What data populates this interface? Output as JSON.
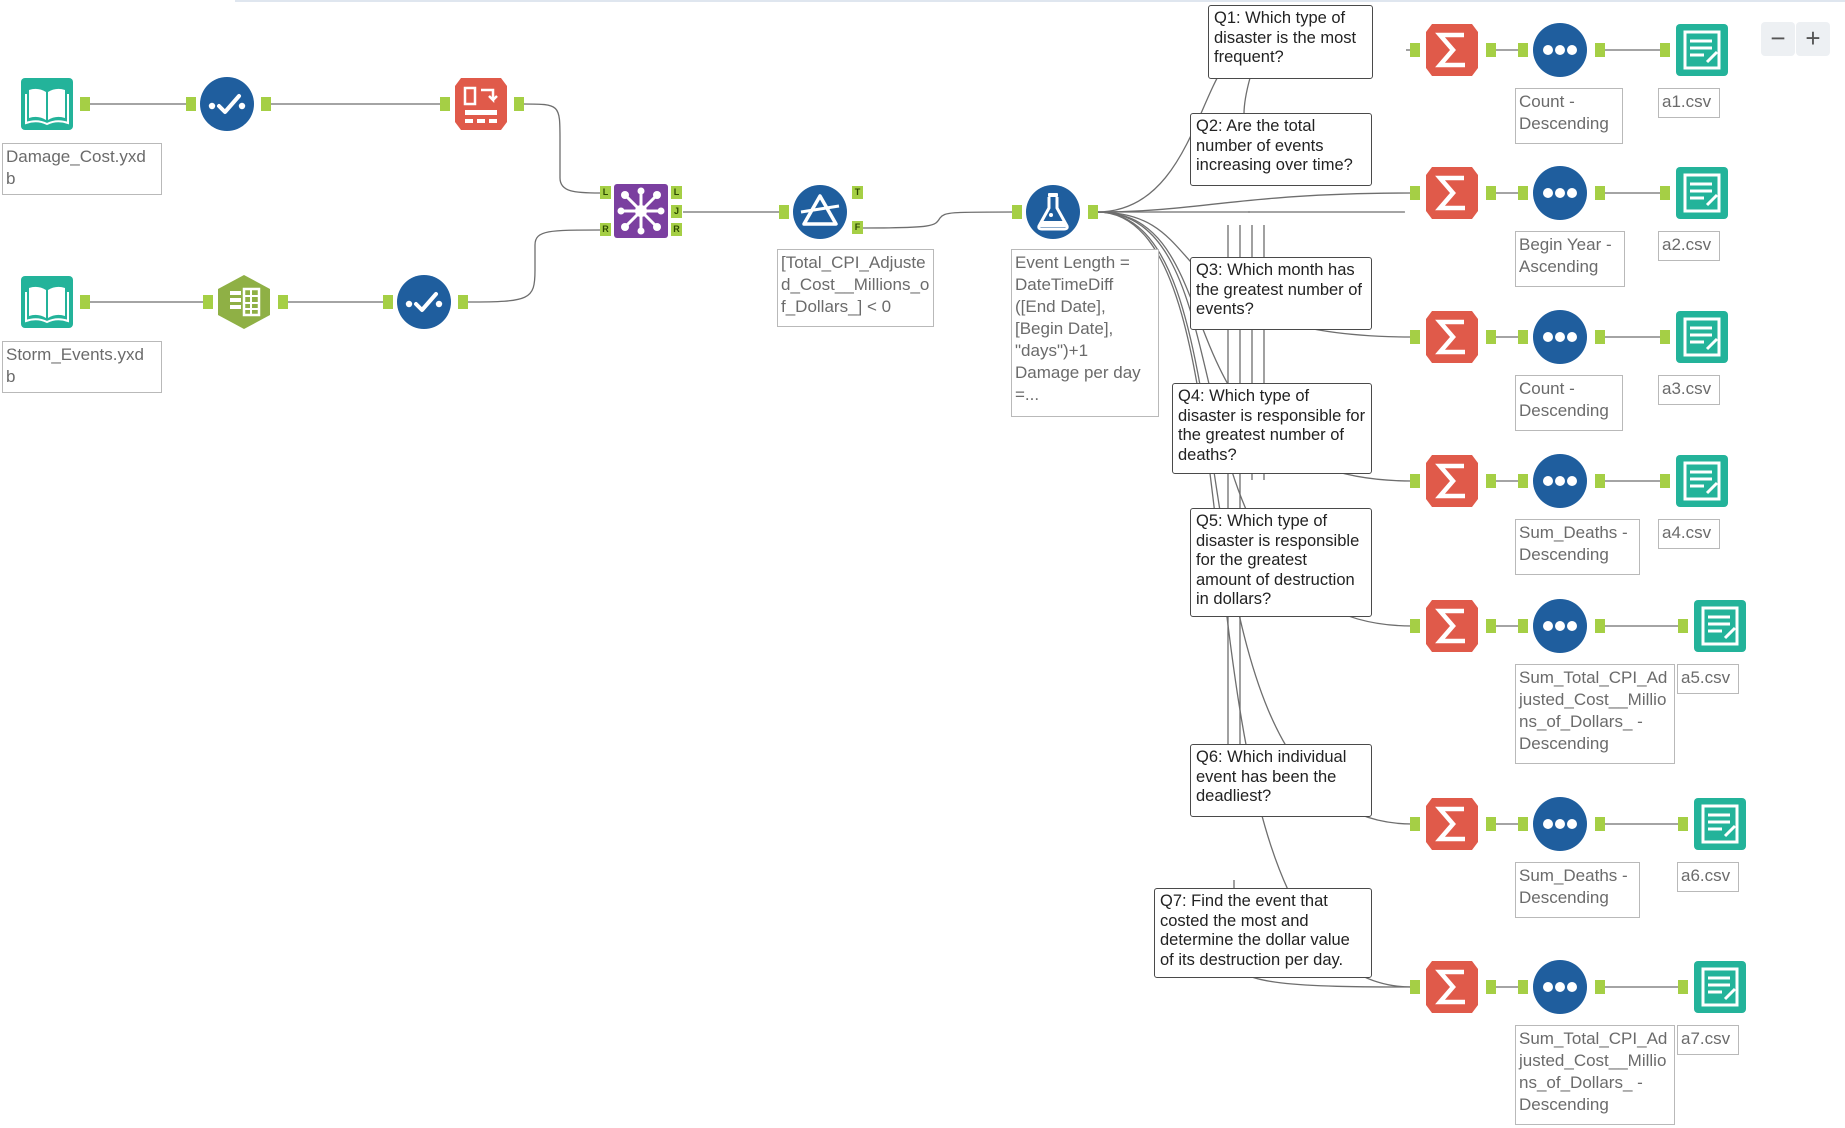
{
  "zoom": {
    "minus": "−",
    "plus": "+"
  },
  "inputs": [
    {
      "label": "Damage_Cost.yxd\nb"
    },
    {
      "label": "Storm_Events.yxd\nb"
    }
  ],
  "filter": {
    "label": "[Total_CPI_Adjusted_Cost__Millions_of_Dollars_] < 0",
    "anchors": [
      "T",
      "F"
    ]
  },
  "join": {
    "anchors_in": [
      "L",
      "R"
    ],
    "anchors_out": [
      "L",
      "J",
      "R"
    ]
  },
  "formula": {
    "label": "Event Length =\nDateTimeDiff\n([End Date],\n[Begin Date],\n\"days\")+1\nDamage per day\n=..."
  },
  "questions": [
    "Q1: Which type of disaster is the most frequent?",
    "Q2: Are the total number of events increasing over time?",
    "Q3: Which month has the greatest number of events?",
    "Q4: Which type of disaster is responsible for the greatest number of deaths?",
    "Q5: Which type of disaster is responsible for the greatest amount of destruction in dollars?",
    "Q6: Which individual event has been the deadliest?",
    "Q7: Find the event that costed the most and determine the dollar value of its destruction per day."
  ],
  "sort_labels": [
    "Count -\nDescending",
    "Begin Year -\nAscending",
    "Count -\nDescending",
    "Sum_Deaths -\nDescending",
    "Sum_Total_CPI_Adjusted_Cost__Millions_of_Dollars_ -\nDescending",
    "Sum_Deaths -\nDescending",
    "Sum_Total_CPI_Adjusted_Cost__Millions_of_Dollars_ -\nDescending"
  ],
  "outputs": [
    "a1.csv",
    "a2.csv",
    "a3.csv",
    "a4.csv",
    "a5.csv",
    "a6.csv",
    "a7.csv"
  ],
  "colors": {
    "input": "#23b39a",
    "select": "#1f5e9e",
    "join": "#7b3fa0",
    "filter": "#1f5e9e",
    "formula": "#1f5e9e",
    "summarize": "#e05a4a",
    "sort": "#1f5e9e",
    "output": "#23b39a",
    "textToColumns": "#8fb045",
    "anchor": "#a5cf45"
  }
}
